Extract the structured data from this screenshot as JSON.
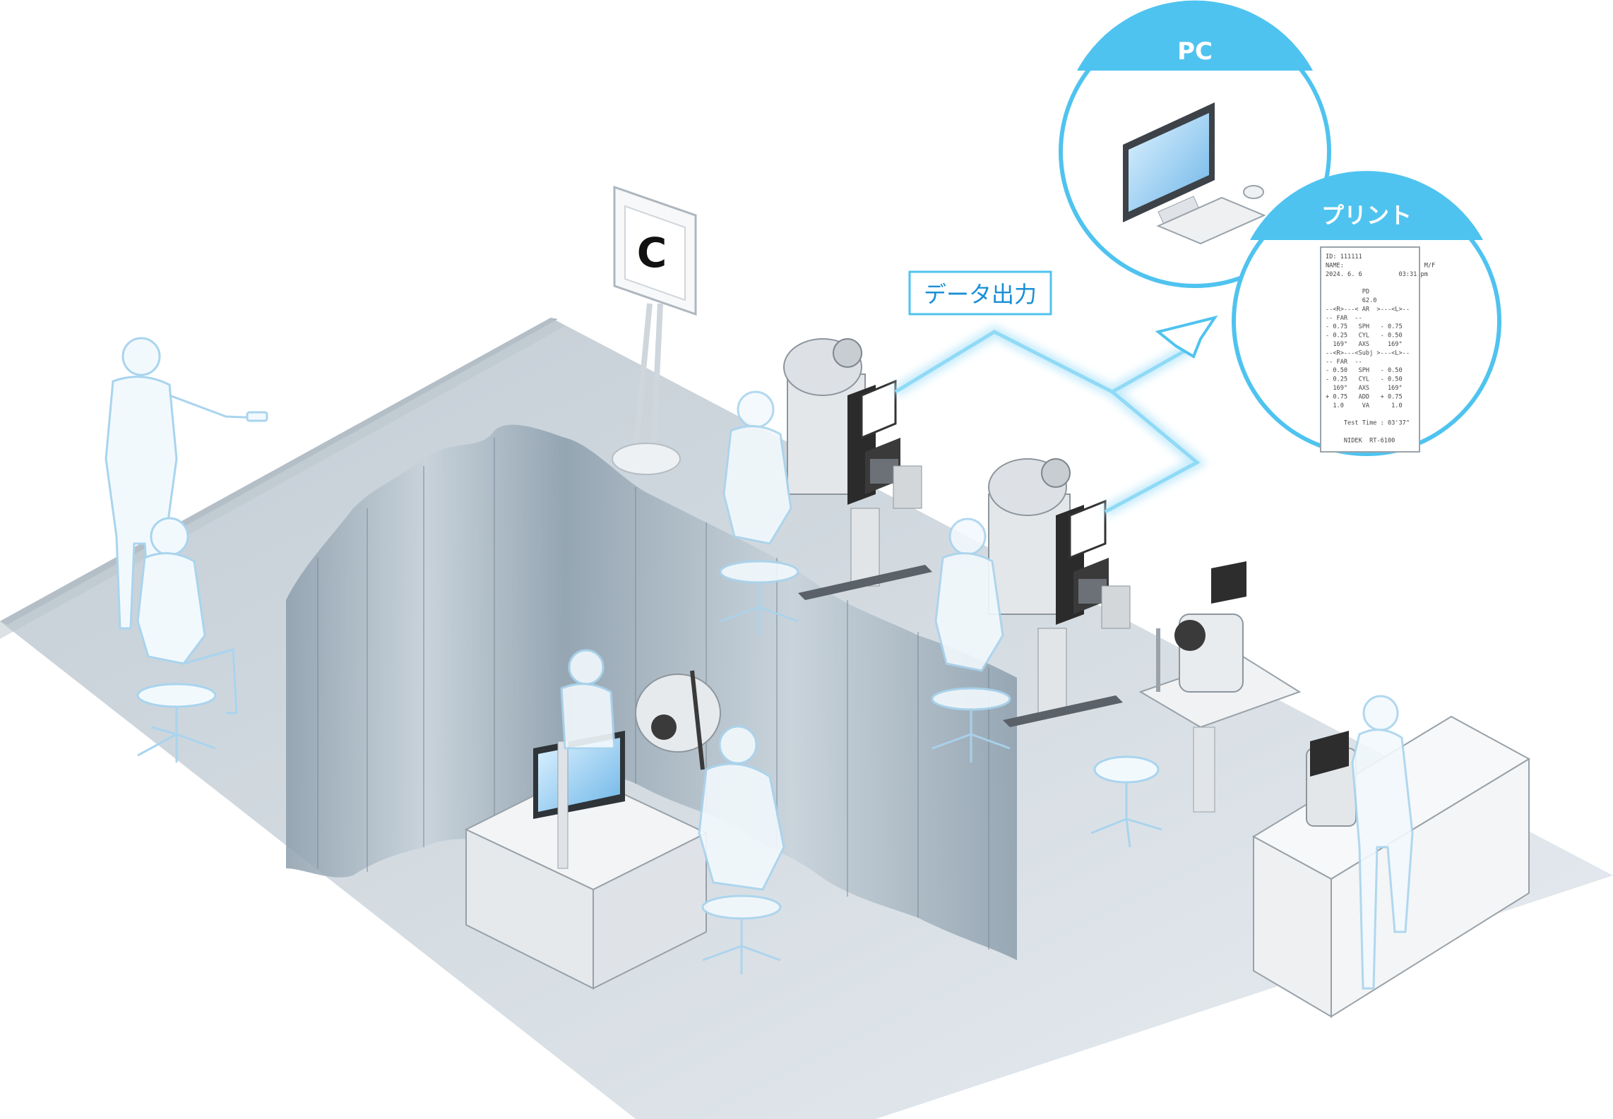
{
  "data_output_label": "データ出力",
  "pc_badge": "PC",
  "print_badge": "プリント",
  "receipt": {
    "lines": [
      "ID: 111111",
      "NAME:                      M/F",
      "2024. 6. 6          03:31 pm",
      "",
      "          PD",
      "          62.0",
      "--<R>---< AR  >---<L>--",
      "-- FAR  --",
      "- 0.75   SPH   - 0.75",
      "- 0.25   CYL   - 0.50",
      "  169°   AXS     169°",
      "--<R>---<Subj >---<L>--",
      "-- FAR  --",
      "- 0.50   SPH   - 0.50",
      "- 0.25   CYL   - 0.50",
      "  169°   AXS     169°",
      "+ 0.75   ADD   + 0.75",
      "  1.0     VA      1.0",
      "",
      "     Test Time : 03'37\"",
      "",
      "     NIDEK  RT-6100"
    ]
  },
  "chart_symbol": "C",
  "colors": {
    "accent": "#4fc3ef",
    "glow": "#bfe9fb",
    "label_text": "#1a8fd6",
    "floor": "#c9d3db",
    "curtain": "#9fb0bd",
    "person_outline": "#a9d4ee"
  }
}
